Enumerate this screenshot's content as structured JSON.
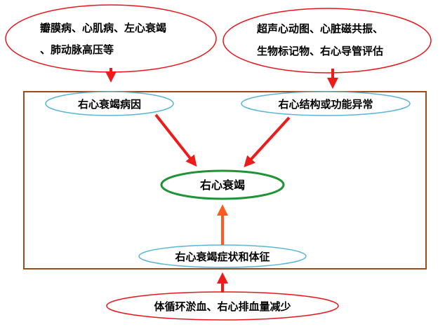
{
  "colors": {
    "red_outline": "#e8161c",
    "blue_outline": "#57b5d8",
    "green_outline": "#1e9436",
    "box_border": "#a04a1c",
    "arrow_red": "#ee1b1b",
    "arrow_orange": "#ff5a1f"
  },
  "nodes": {
    "causes_examples": {
      "line1": "瓣膜病、心肌病、左心衰竭",
      "line2": "、肺动脉高压等"
    },
    "assessment_methods": {
      "line1": "超声心动图、心脏磁共振、",
      "line2": "生物标记物、右心导管评估"
    },
    "etiology": "右心衰竭病因",
    "structural_abnormality": "右心结构或功能异常",
    "rhf": "右心衰竭",
    "symptoms": "右心衰竭症状和体征",
    "mechanism": "体循环淤血、右心排血量减少"
  }
}
